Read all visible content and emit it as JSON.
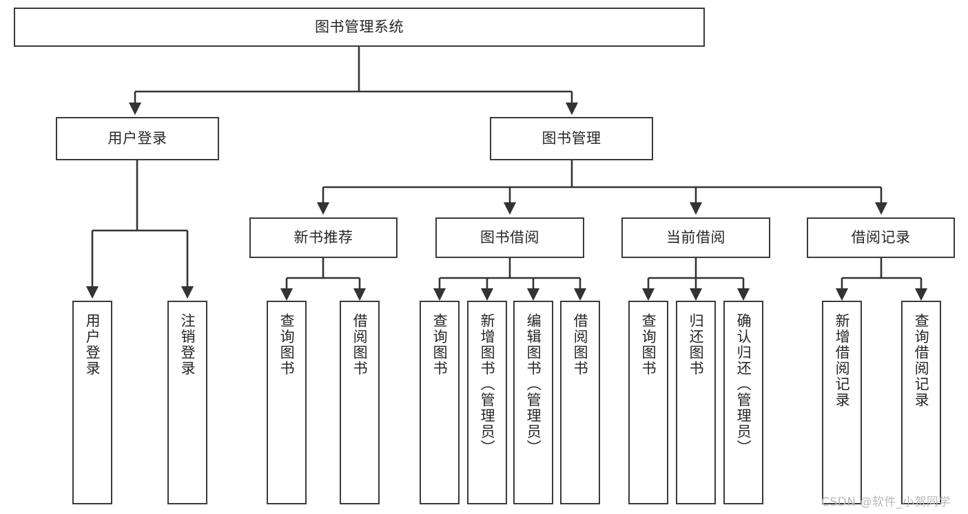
{
  "diagram": {
    "title": "图书管理系统",
    "type": "tree-hierarchy-chart",
    "root": {
      "label": "图书管理系统"
    },
    "level2": [
      {
        "label": "用户登录"
      },
      {
        "label": "图书管理"
      }
    ],
    "level3": [
      {
        "label": "新书推荐"
      },
      {
        "label": "图书借阅"
      },
      {
        "label": "当前借阅"
      },
      {
        "label": "借阅记录"
      }
    ],
    "leaves": {
      "user_login": [
        {
          "label": "用户登录"
        },
        {
          "label": "注销登录"
        }
      ],
      "new_book_recommend": [
        {
          "label": "查询图书"
        },
        {
          "label": "借阅图书"
        }
      ],
      "book_borrow": [
        {
          "label": "查询图书"
        },
        {
          "label": "新增图书（管理员）"
        },
        {
          "label": "编辑图书（管理员）"
        },
        {
          "label": "借阅图书"
        }
      ],
      "current_borrow": [
        {
          "label": "查询图书"
        },
        {
          "label": "归还图书"
        },
        {
          "label": "确认归还（管理员）"
        }
      ],
      "borrow_record": [
        {
          "label": "新增借阅记录"
        },
        {
          "label": "查询借阅记录"
        }
      ]
    }
  },
  "watermark": {
    "text": "CSDN @软件_小贺同学"
  },
  "colors": {
    "border": "#3a3a3a",
    "text": "#262626",
    "background": "#ffffff",
    "watermark": "#b9b9b9"
  }
}
